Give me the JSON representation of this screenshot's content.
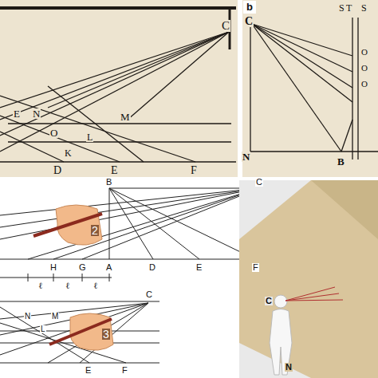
{
  "diagram": {
    "labels": [
      "C",
      "E",
      "N",
      "M",
      "O",
      "L",
      "K",
      "D",
      "E",
      "F",
      "b",
      "C",
      "S",
      "T",
      "S",
      "O",
      "O",
      "O",
      "N",
      "B",
      "B",
      "C",
      "2",
      "H",
      "G",
      "A",
      "D",
      "E",
      "F",
      "ℓ",
      "ℓ",
      "ℓ",
      "C",
      "N",
      "M",
      "L",
      "3",
      "E",
      "F",
      "C",
      "N"
    ]
  }
}
